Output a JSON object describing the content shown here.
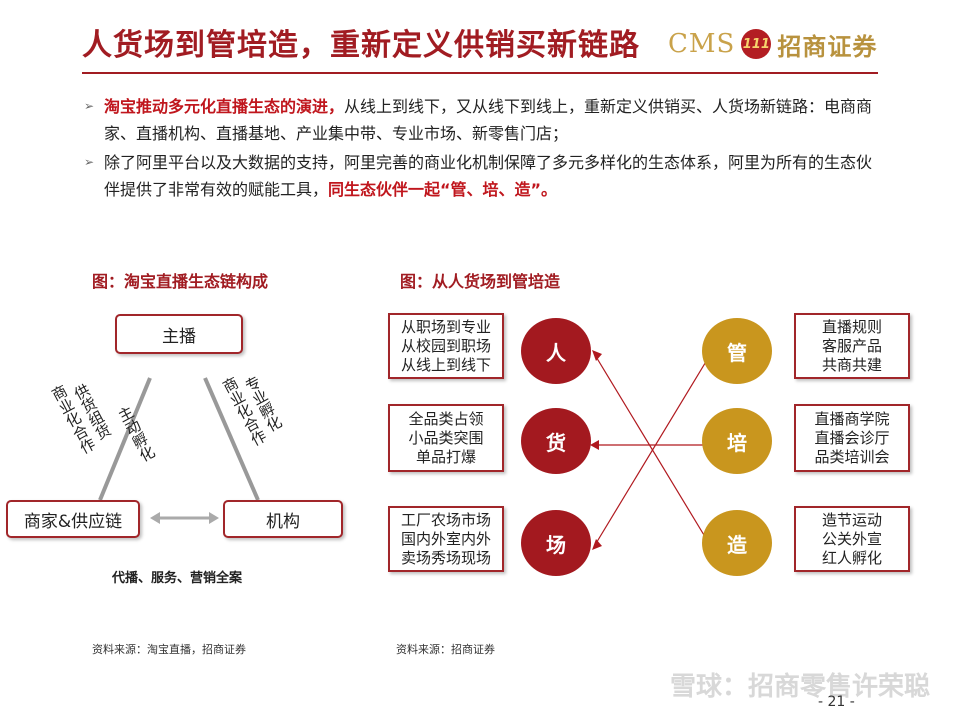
{
  "title": "人货场到管培造，重新定义供销买新链路",
  "logo": {
    "cms": "CMS",
    "badge": "111",
    "cn": "招商证券"
  },
  "bullets": [
    {
      "highlight": "淘宝推动多元化直播生态的演进，",
      "text": "从线上到线下，又从线下到线上，重新定义供销买、人货场新链路：电商商家、直播机构、直播基地、产业集中带、专业市场、新零售门店；"
    },
    {
      "text": "除了阿里平台以及大数据的支持，阿里完善的商业化机制保障了多元多样化的生态体系，阿里为所有的生态伙伴提供了非常有效的赋能工具，",
      "highlight": "同生态伙伴一起“管、培、造”。"
    }
  ],
  "left_figure": {
    "title": "图：淘宝直播生态链构成",
    "top_box": "主播",
    "left_box": "商家&供应链",
    "right_box": "机构",
    "left_edge_labels": [
      "供货组货",
      "商业化合作"
    ],
    "left_edge_inner": "主动孵化",
    "right_edge_labels": [
      "专业孵化",
      "商业化合作"
    ],
    "bottom_caption": "代播、服务、营销全案",
    "source": "资料来源：淘宝直播，招商证券"
  },
  "right_figure": {
    "title": "图：从人货场到管培造",
    "left_boxes": [
      [
        "从职场到专业",
        "从校园到职场",
        "从线上到线下"
      ],
      [
        "全品类占领",
        "小品类突围",
        "单品打爆"
      ],
      [
        "工厂农场市场",
        "国内外室内外",
        "卖场秀场现场"
      ]
    ],
    "left_circles": [
      "人",
      "货",
      "场"
    ],
    "right_circles": [
      "管",
      "培",
      "造"
    ],
    "right_boxes": [
      [
        "直播规则",
        "客服产品",
        "共商共建"
      ],
      [
        "直播商学院",
        "直播会诊厅",
        "品类培训会"
      ],
      [
        "造节运动",
        "公关外宣",
        "红人孵化"
      ]
    ],
    "source": "资料来源：招商证券"
  },
  "watermark": "雪球：招商零售许荣聪",
  "page_number": "- 21 -",
  "colors": {
    "accent": "#a11c22",
    "gold": "#c9961e",
    "red_circle": "#a3191f"
  }
}
